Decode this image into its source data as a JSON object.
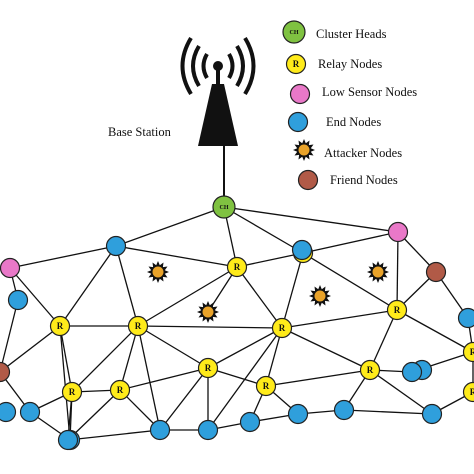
{
  "base_station": {
    "label": "Base Station",
    "icon": "antenna-tower-icon"
  },
  "legend": [
    {
      "key": "cluster-head",
      "label": "Cluster Heads",
      "glyph": "CH",
      "color": "#7fc241"
    },
    {
      "key": "relay",
      "label": "Relay Nodes",
      "glyph": "R",
      "color": "#ffeb1a"
    },
    {
      "key": "low-sensor",
      "label": "Low Sensor Nodes",
      "glyph": "",
      "color": "#e978c8"
    },
    {
      "key": "end",
      "label": "End Nodes",
      "glyph": "",
      "color": "#2f9fdc"
    },
    {
      "key": "attacker",
      "label": "Attacker Nodes",
      "glyph": "",
      "color": "#e9a32a"
    },
    {
      "key": "friend",
      "label": "Friend Nodes",
      "glyph": "",
      "color": "#b15a47"
    }
  ],
  "colors": {
    "edge": "#111111",
    "node_stroke": "#222222",
    "attacker_body": "#e9a32a"
  },
  "network": {
    "node_glyphs": {
      "cluster_head": "CH",
      "relay": "R"
    },
    "node_types": [
      "CH",
      "R",
      "R",
      "R",
      "R",
      "R",
      "R",
      "R",
      "R",
      "R",
      "R",
      "R",
      "R",
      "R",
      "E",
      "E",
      "E",
      "E",
      "E",
      "E",
      "E",
      "E",
      "E",
      "E",
      "E",
      "E",
      "E",
      "E",
      "E",
      "E",
      "L",
      "L",
      "F",
      "F",
      "A",
      "A",
      "A",
      "A"
    ]
  }
}
